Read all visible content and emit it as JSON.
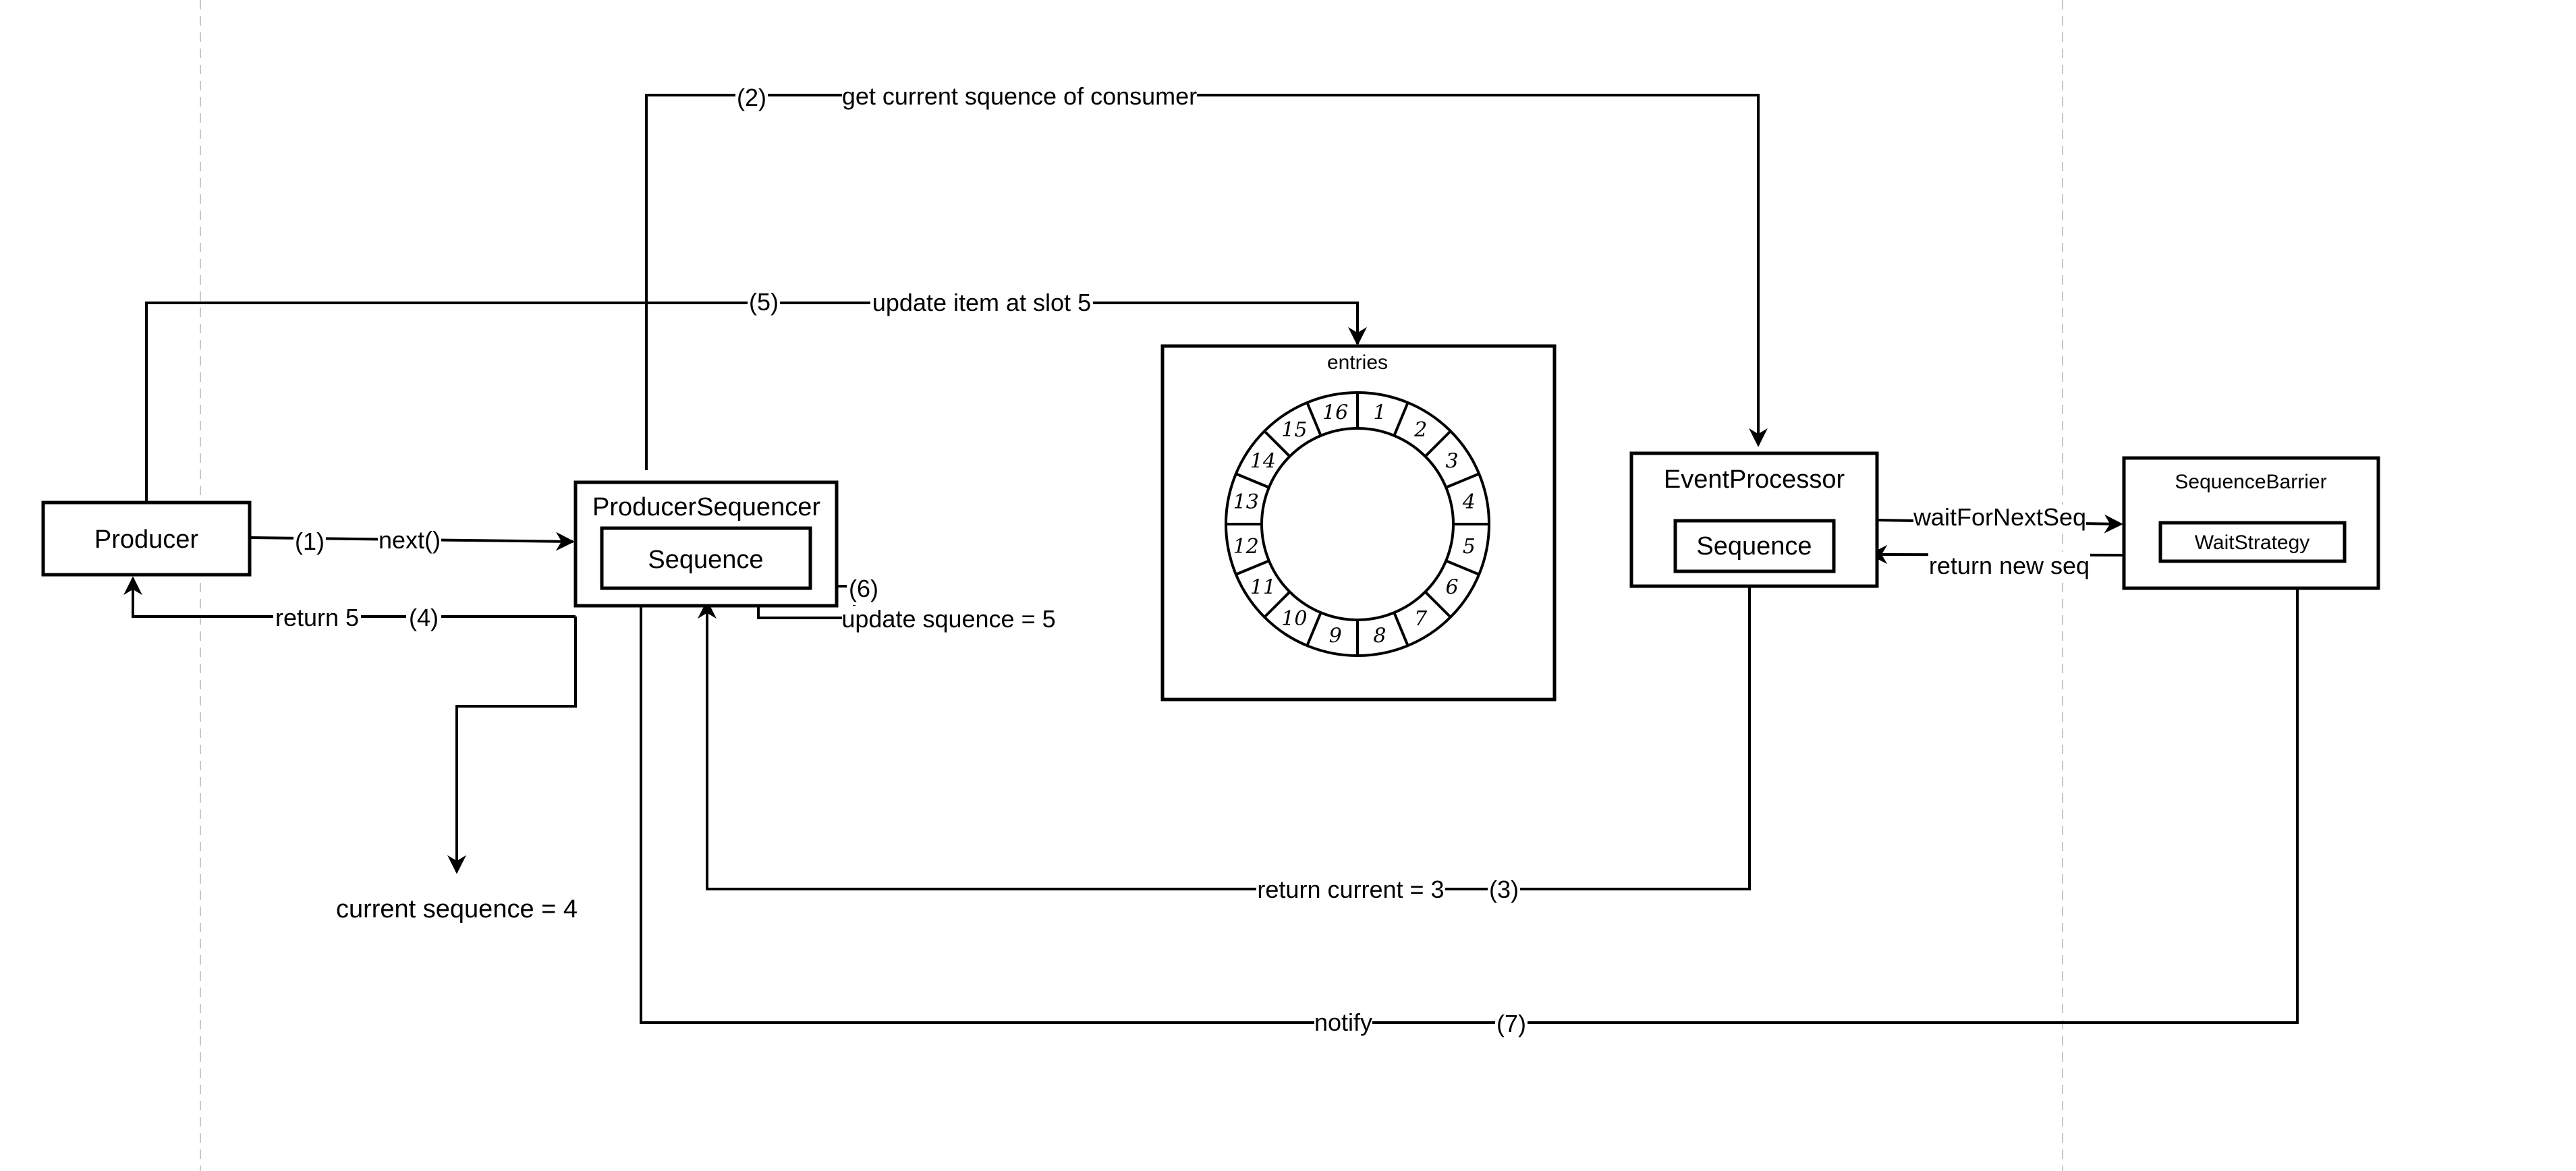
{
  "diagram": {
    "nodes": {
      "producer": {
        "label": "Producer"
      },
      "producer_sequencer": {
        "label": "ProducerSequencer",
        "inner": "Sequence"
      },
      "entries": {
        "label": "entries",
        "slots": [
          "1",
          "2",
          "3",
          "4",
          "5",
          "6",
          "7",
          "8",
          "9",
          "10",
          "11",
          "12",
          "13",
          "14",
          "15",
          "16"
        ]
      },
      "event_processor": {
        "label": "EventProcessor",
        "inner": "Sequence"
      },
      "sequence_barrier": {
        "label": "SequenceBarrier",
        "inner": "WaitStrategy"
      },
      "current_sequence_note": {
        "label": "current sequence = 4"
      }
    },
    "edges": {
      "e1": {
        "step": "(1)",
        "label": "next()"
      },
      "e2": {
        "step": "(2)",
        "label": "get current squence of consumer"
      },
      "e3": {
        "step": "(3)",
        "label": "return current = 3"
      },
      "e4": {
        "step": "(4)",
        "label": "return 5"
      },
      "e5": {
        "step": "(5)",
        "label": "update item at slot 5"
      },
      "e6": {
        "step": "(6)",
        "label": "update squence = 5"
      },
      "e7": {
        "step": "(7)",
        "label": "notify"
      },
      "wait": {
        "label": "waitForNextSeq"
      },
      "ret_seq": {
        "label": "return new seq"
      }
    }
  }
}
